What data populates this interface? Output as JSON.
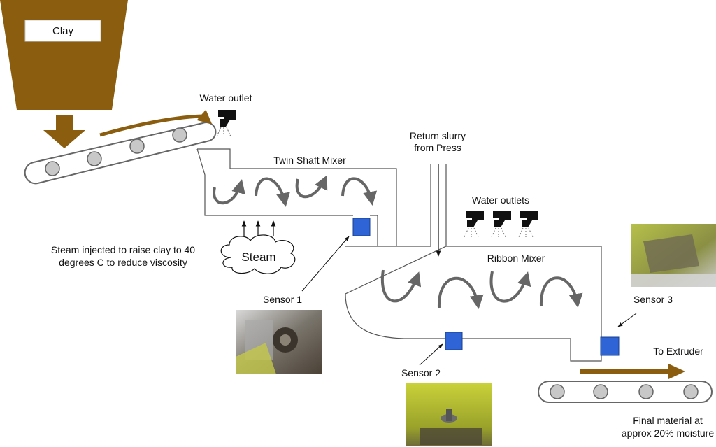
{
  "labels": {
    "hopper": "Clay",
    "water_outlet": "Water outlet",
    "water_outlets": "Water outlets",
    "twin_shaft_mixer": "Twin Shaft Mixer",
    "return_slurry_line1": "Return slurry",
    "return_slurry_line2": "from Press",
    "ribbon_mixer": "Ribbon Mixer",
    "steam_note_line1": "Steam injected to raise clay to 40",
    "steam_note_line2": "degrees C to reduce viscosity",
    "steam": "Steam",
    "sensor1": "Sensor 1",
    "sensor2": "Sensor 2",
    "sensor3": "Sensor 3",
    "to_extruder": "To Extruder",
    "final_line1": "Final material at",
    "final_line2": "approx 20% moisture"
  },
  "colors": {
    "clay_brown": "#8B5E0F",
    "sensor_blue": "#2E64D6",
    "arrow_grey": "#666666",
    "roller_grey": "#C8C8C8",
    "photo_yellow_green": "#B7C43A"
  }
}
